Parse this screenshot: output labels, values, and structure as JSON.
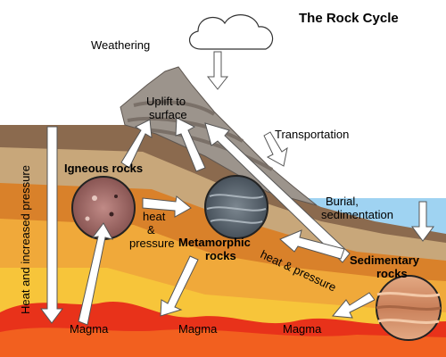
{
  "title": "The Rock Cycle",
  "labels": {
    "weathering": "Weathering",
    "uplift_line1": "Uplift to",
    "uplift_line2": "surface",
    "transportation": "Transportation",
    "burial_line1": "Burial,",
    "burial_line2": "sedimentation",
    "igneous": "Igneous rocks",
    "metamorphic_line1": "Metamorphic",
    "metamorphic_line2": "rocks",
    "sedimentary_line1": "Sedimentary",
    "sedimentary_line2": "rocks",
    "heat_left_1": "heat",
    "heat_left_2": "&",
    "heat_left_3": "pressure",
    "heat_right": "heat & pressure",
    "heat_increase": "Heat and increased pressure",
    "magma_1": "Magma",
    "magma_2": "Magma",
    "magma_3": "Magma"
  },
  "colors": {
    "sky": "#ffffff",
    "water": "#9fd3f2",
    "crust_brown": "#8b6a4e",
    "crust_tan": "#c8a77a",
    "mantle_orange": "#d9812a",
    "mantle_light": "#f0a93a",
    "deep_yellow": "#f7c53a",
    "magma_red": "#e8321a",
    "mountain": "#9c948c"
  }
}
